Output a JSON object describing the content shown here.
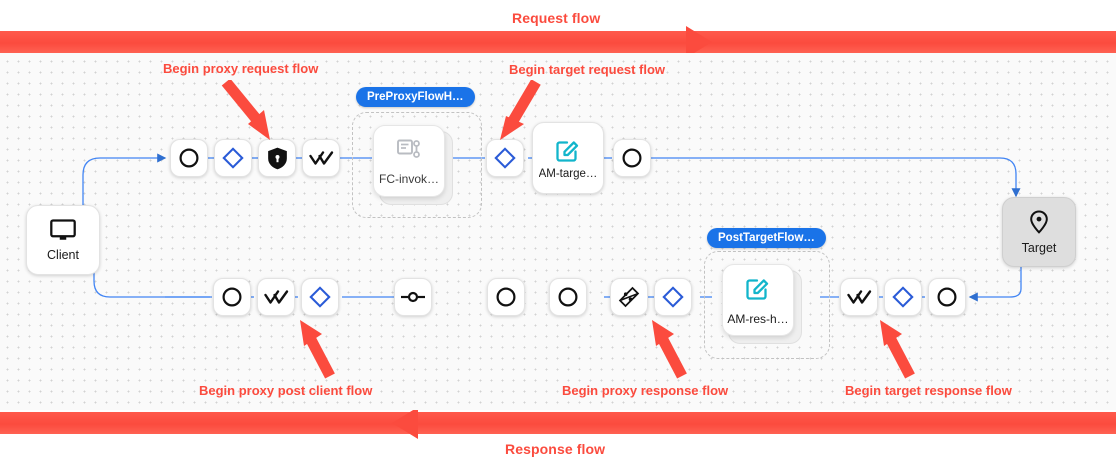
{
  "banners": {
    "request_label": "Request flow",
    "response_label": "Response flow",
    "color": "#fb4b3e"
  },
  "canvas": {
    "background": "#fafafa",
    "dot_color": "#d2d2d2",
    "edge_color": "#4285f4"
  },
  "endpoints": {
    "client": {
      "label": "Client",
      "icon": "monitor-icon"
    },
    "target": {
      "label": "Target",
      "icon": "location-pin-icon"
    }
  },
  "request_row": {
    "steps": [
      {
        "name": "start-circle",
        "icon": "circle-icon"
      },
      {
        "name": "flow-diamond",
        "icon": "diamond-icon"
      },
      {
        "name": "security-shield",
        "icon": "shield-lock-icon"
      },
      {
        "name": "double-check",
        "icon": "double-check-icon"
      }
    ],
    "policy": {
      "label": "FC-invok…",
      "icon": "script-flow-icon"
    },
    "group": {
      "label": "PreProxyFlowH…"
    },
    "after_group": [
      {
        "name": "flow-diamond-2",
        "icon": "diamond-icon"
      }
    ],
    "target_policy": {
      "label": "AM-targe…",
      "icon": "edit-square-icon"
    },
    "tail": [
      {
        "name": "end-circle",
        "icon": "circle-icon"
      }
    ]
  },
  "response_row": {
    "left_steps": [
      {
        "name": "resp-circle-1",
        "icon": "circle-icon"
      },
      {
        "name": "double-check-2",
        "icon": "double-check-icon"
      },
      {
        "name": "flow-diamond-3",
        "icon": "diamond-icon"
      }
    ],
    "mid_steps": [
      {
        "name": "junction-node",
        "icon": "junction-icon"
      },
      {
        "name": "resp-circle-2",
        "icon": "circle-icon"
      },
      {
        "name": "resp-circle-3",
        "icon": "circle-icon"
      },
      {
        "name": "broadcast",
        "icon": "broadcast-icon"
      },
      {
        "name": "flow-diamond-4",
        "icon": "diamond-icon"
      }
    ],
    "policy": {
      "label": "AM-res-h…",
      "icon": "edit-square-icon"
    },
    "group": {
      "label": "PostTargetFlow…"
    },
    "right_steps": [
      {
        "name": "double-check-3",
        "icon": "double-check-icon"
      },
      {
        "name": "flow-diamond-5",
        "icon": "diamond-icon"
      },
      {
        "name": "resp-circle-4",
        "icon": "circle-icon"
      }
    ]
  },
  "annotations": [
    {
      "id": "a1",
      "text": "Begin proxy request flow"
    },
    {
      "id": "a2",
      "text": "Begin target request flow"
    },
    {
      "id": "a3",
      "text": "Begin proxy post client flow"
    },
    {
      "id": "a4",
      "text": "Begin proxy response flow"
    },
    {
      "id": "a5",
      "text": "Begin target response flow"
    }
  ]
}
